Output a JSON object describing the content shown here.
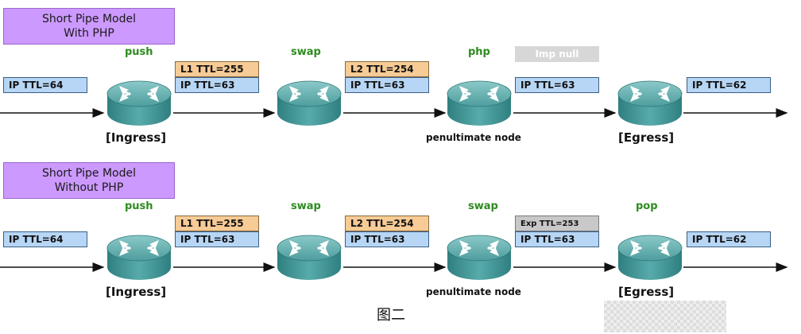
{
  "diagrams": [
    {
      "title_line1": "Short Pipe Model",
      "title_line2": "With PHP",
      "ops": [
        "push",
        "swap",
        "php"
      ],
      "labels": {
        "ingress_in": "IP TTL=64",
        "hop1_top": "L1 TTL=255",
        "hop1_bottom": "IP TTL=63",
        "hop2_top": "L2 TTL=254",
        "hop2_bottom": "IP TTL=63",
        "hop3_top": "Imp null",
        "hop3_bottom": "IP TTL=63",
        "egress_out": "IP TTL=62"
      },
      "ingress_caption": "[Ingress]",
      "penultimate_caption": "penultimate node",
      "egress_caption": "[Egress]"
    },
    {
      "title_line1": "Short Pipe Model",
      "title_line2": "Without PHP",
      "ops": [
        "push",
        "swap",
        "swap",
        "pop"
      ],
      "labels": {
        "ingress_in": "IP TTL=64",
        "hop1_top": "L1 TTL=255",
        "hop1_bottom": "IP TTL=63",
        "hop2_top": "L2 TTL=254",
        "hop2_bottom": "IP TTL=63",
        "hop3_top": "Exp TTL=253",
        "hop3_bottom": "IP TTL=63",
        "egress_out": "IP TTL=62"
      },
      "ingress_caption": "[Ingress]",
      "penultimate_caption": "penultimate node",
      "egress_caption": "[Egress]"
    }
  ],
  "figure_caption": "图二",
  "colors": {
    "title_bg": "#cc99ff",
    "ip_label_bg": "#b7d6f5",
    "mpls_label_bg": "#f6cb95",
    "exp_label_bg": "#c8c8c8",
    "op_text": "#2e8b20",
    "router_teal": "#3f9a9a"
  },
  "icons": [
    "router-icon"
  ]
}
